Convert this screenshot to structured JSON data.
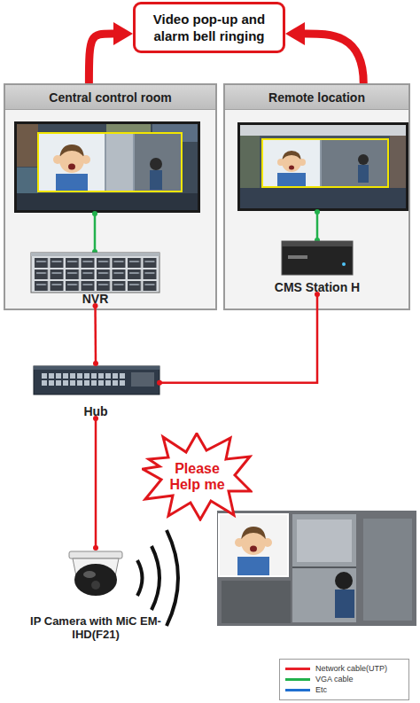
{
  "diagram": {
    "nodes": [
      {
        "text": [
          "Video pop-up and alarm bell ringing"
        ]
      },
      {
        "text": [
          "Central control room"
        ]
      },
      {
        "text": [
          "NVR"
        ],
        "in": 1
      },
      {
        "text": [
          "Remote location"
        ]
      },
      {
        "text": [
          "CMS Station H"
        ],
        "in": 3
      },
      {
        "text": [
          "Hub"
        ]
      },
      {
        "text": [
          "IP Camera with MiC EM-IHD(F21)"
        ]
      },
      {
        "text": [
          "Please Help me"
        ]
      }
    ],
    "edges": [
      {
        "from": 1,
        "to": 0,
        "arrow": "to"
      },
      {
        "from": 3,
        "to": 0,
        "arrow": "to"
      },
      {
        "from": 2,
        "to": 5,
        "arrow": "none"
      },
      {
        "from": 4,
        "to": 5,
        "arrow": "none"
      },
      {
        "from": 5,
        "to": 6,
        "arrow": "none"
      }
    ],
    "legend": [
      {
        "text": "Network cable(UTP)",
        "color": "#e8202a"
      },
      {
        "text": "VGA cable",
        "color": "#22b14c"
      },
      {
        "text": "Etc",
        "color": "#1f6fd0"
      }
    ]
  }
}
